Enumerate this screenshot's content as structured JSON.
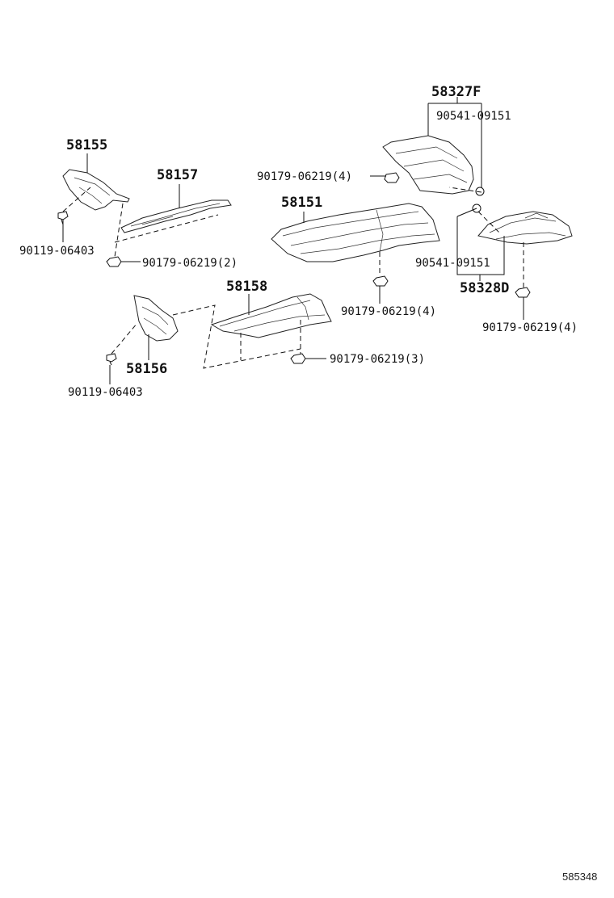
{
  "diagram": {
    "labels": {
      "p58327F": "58327F",
      "p90541_top": "90541-09151",
      "p90179_4a": "90179-06219(4)",
      "p58155": "58155",
      "p58157": "58157",
      "p58151": "58151",
      "p90119_a": "90119-06403",
      "p90179_2": "90179-06219(2)",
      "p90541_mid": "90541-09151",
      "p58328D": "58328D",
      "p58158": "58158",
      "p90179_4b": "90179-06219(4)",
      "p90179_4c": "90179-06219(4)",
      "p58156": "58156",
      "p90179_3": "90179-06219(3)",
      "p90119_b": "90119-06403"
    },
    "figure_ref": "585348"
  }
}
